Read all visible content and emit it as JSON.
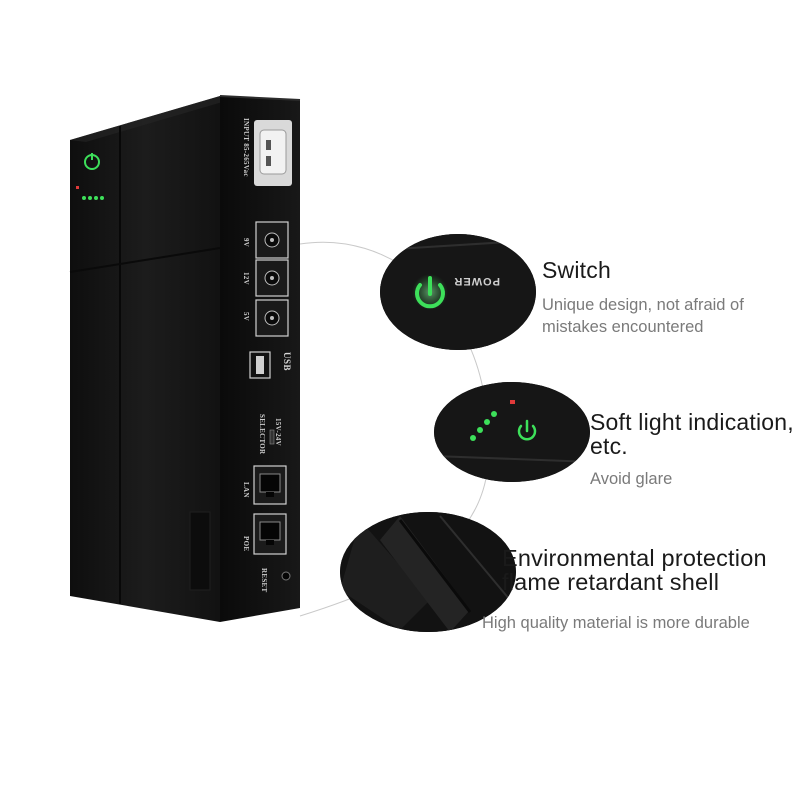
{
  "device": {
    "input_label": "INPUT 85-265Vac",
    "dc_labels": [
      "9V",
      "12V",
      "5V"
    ],
    "usb_label": "USB",
    "selector_label": "SELECTOR",
    "selector_options": "15V-24V",
    "lan_label": "LAN",
    "poe_label": "POE",
    "reset_label": "RESET",
    "zoom_switch_label": "POWER"
  },
  "features": [
    {
      "title": "Switch",
      "description": "Unique design, not afraid of mistakes encountered"
    },
    {
      "title": "Soft light indication, etc.",
      "description": "Avoid glare"
    },
    {
      "title": "Environmental protection flame retardant shell",
      "description": "High quality material is more durable"
    }
  ],
  "colors": {
    "indicator_green": "#3de05a",
    "indicator_red": "#e03a3a",
    "device_body": "#141414"
  }
}
